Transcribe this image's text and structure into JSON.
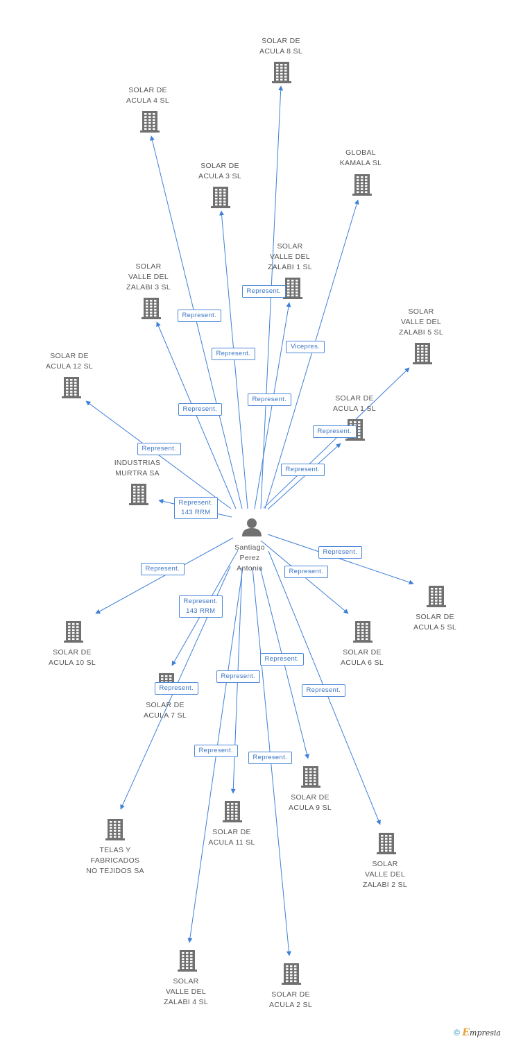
{
  "center": {
    "id": "person",
    "lines": [
      "Santiago",
      "Perez",
      "Antonio"
    ],
    "icon": "person-icon"
  },
  "nodes": [
    {
      "id": "acula8",
      "lines": [
        "SOLAR DE",
        "ACULA 8 SL"
      ],
      "icon": "building-icon"
    },
    {
      "id": "acula4",
      "lines": [
        "SOLAR DE",
        "ACULA 4 SL"
      ],
      "icon": "building-icon"
    },
    {
      "id": "acula3",
      "lines": [
        "SOLAR DE",
        "ACULA 3 SL"
      ],
      "icon": "building-icon"
    },
    {
      "id": "global",
      "lines": [
        "GLOBAL",
        "KAMALA SL"
      ],
      "icon": "building-icon"
    },
    {
      "id": "valle1",
      "lines": [
        "SOLAR",
        "VALLE DEL",
        "ZALABI 1 SL"
      ],
      "icon": "building-icon"
    },
    {
      "id": "valle3",
      "lines": [
        "SOLAR",
        "VALLE DEL",
        "ZALABI 3 SL"
      ],
      "icon": "building-icon"
    },
    {
      "id": "valle5",
      "lines": [
        "SOLAR",
        "VALLE DEL",
        "ZALABI 5 SL"
      ],
      "icon": "building-icon"
    },
    {
      "id": "acula12",
      "lines": [
        "SOLAR DE",
        "ACULA 12 SL"
      ],
      "icon": "building-icon"
    },
    {
      "id": "acula1",
      "lines": [
        "SOLAR DE",
        "ACULA 1 SL"
      ],
      "icon": "building-icon"
    },
    {
      "id": "murtra",
      "lines": [
        "INDUSTRIAS",
        "MURTRA SA"
      ],
      "icon": "building-icon"
    },
    {
      "id": "acula5",
      "lines": [
        "SOLAR DE",
        "ACULA 5 SL"
      ],
      "icon": "building-icon"
    },
    {
      "id": "acula10",
      "lines": [
        "SOLAR DE",
        "ACULA 10 SL"
      ],
      "icon": "building-icon"
    },
    {
      "id": "acula6",
      "lines": [
        "SOLAR DE",
        "ACULA 6 SL"
      ],
      "icon": "building-icon"
    },
    {
      "id": "acula7",
      "lines": [
        "SOLAR DE",
        "ACULA 7 SL"
      ],
      "icon": "building-icon"
    },
    {
      "id": "acula9",
      "lines": [
        "SOLAR DE",
        "ACULA 9 SL"
      ],
      "icon": "building-icon"
    },
    {
      "id": "acula11",
      "lines": [
        "SOLAR DE",
        "ACULA 11 SL"
      ],
      "icon": "building-icon"
    },
    {
      "id": "telas",
      "lines": [
        "TELAS Y",
        "FABRICADOS",
        "NO TEJIDOS SA"
      ],
      "icon": "building-icon"
    },
    {
      "id": "valle2",
      "lines": [
        "SOLAR",
        "VALLE DEL",
        "ZALABI 2 SL"
      ],
      "icon": "building-icon"
    },
    {
      "id": "valle4",
      "lines": [
        "SOLAR",
        "VALLE DEL",
        "ZALABI 4 SL"
      ],
      "icon": "building-icon"
    },
    {
      "id": "acula2",
      "lines": [
        "SOLAR DE",
        "ACULA 2 SL"
      ],
      "icon": "building-icon"
    }
  ],
  "edges": [
    {
      "target": "acula8",
      "lines": [
        "Represent."
      ]
    },
    {
      "target": "acula4",
      "lines": [
        "Represent."
      ]
    },
    {
      "target": "acula3",
      "lines": [
        "Represent."
      ]
    },
    {
      "target": "global",
      "lines": [
        "Vicepres."
      ]
    },
    {
      "target": "valle1",
      "lines": [
        "Represent."
      ]
    },
    {
      "target": "valle3",
      "lines": [
        "Represent."
      ]
    },
    {
      "target": "valle5",
      "lines": [
        "Represent."
      ]
    },
    {
      "target": "acula12",
      "lines": [
        "Represent."
      ]
    },
    {
      "target": "acula1",
      "lines": [
        "Represent."
      ]
    },
    {
      "target": "murtra",
      "lines": [
        "Represent.",
        "143 RRM"
      ]
    },
    {
      "target": "acula5",
      "lines": [
        "Represent."
      ]
    },
    {
      "target": "acula10",
      "lines": [
        "Represent."
      ]
    },
    {
      "target": "acula6",
      "lines": [
        "Represent."
      ]
    },
    {
      "target": "acula7",
      "lines": [
        "Represent.",
        "143 RRM"
      ]
    },
    {
      "target": "telas",
      "lines": [
        "Represent."
      ]
    },
    {
      "target": "acula11",
      "lines": [
        "Represent."
      ]
    },
    {
      "target": "acula9",
      "lines": [
        "Represent."
      ]
    },
    {
      "target": "valle2",
      "lines": [
        "Represent."
      ]
    },
    {
      "target": "valle4",
      "lines": [
        "Represent."
      ]
    },
    {
      "target": "acula2",
      "lines": [
        "Represent."
      ]
    }
  ],
  "colors": {
    "edge": "#3d7fd9",
    "icon": "#707070",
    "label": "#555555",
    "edge_label": "#3a73c4"
  },
  "footer": {
    "copyright": "©",
    "brand_initial": "E",
    "brand_rest": "mpresia"
  }
}
